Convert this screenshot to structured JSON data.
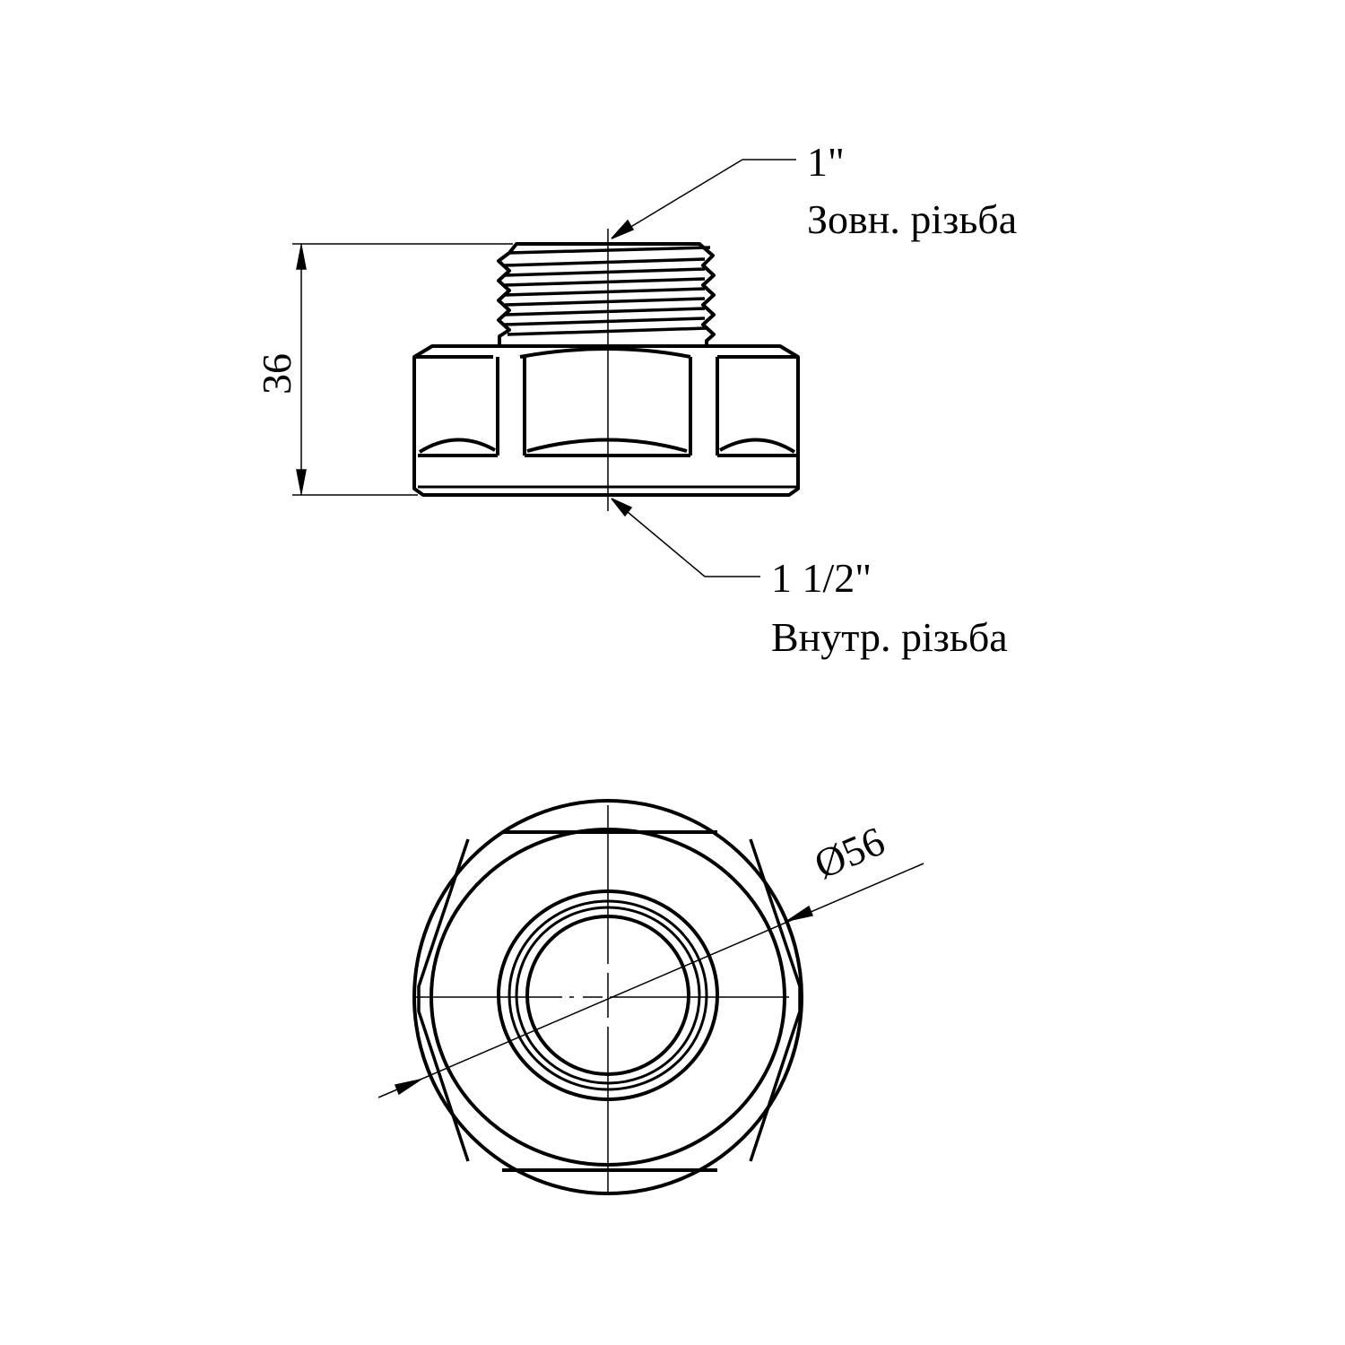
{
  "top_view": {
    "height_dimension": "36",
    "outer_thread_size": "1\"",
    "outer_thread_label": "Зовн. різьба",
    "inner_thread_size": "1 1/2\"",
    "inner_thread_label": "Внутр. різьба"
  },
  "bottom_view": {
    "diameter_dimension": "Ø56"
  },
  "colors": {
    "line": "#000000",
    "background": "#ffffff"
  }
}
